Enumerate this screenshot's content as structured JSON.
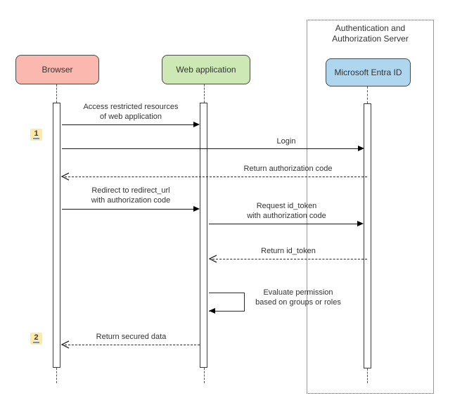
{
  "diagram": {
    "type": "uml-sequence",
    "frame": {
      "label": "Authentication and\nAuthorization Server"
    },
    "actors": [
      {
        "id": "browser",
        "label": "Browser",
        "fill": "#FBB8AE"
      },
      {
        "id": "web-application",
        "label": "Web application",
        "fill": "#CDE8B5"
      },
      {
        "id": "microsoft-entra-id",
        "label": "Microsoft Entra ID",
        "fill": "#AFD6EF"
      }
    ],
    "steps": [
      {
        "num": "1"
      },
      {
        "num": "2"
      }
    ],
    "messages": [
      {
        "from": "Browser",
        "to": "Web application",
        "style": "solid",
        "label": "Access restricted resources\nof web application"
      },
      {
        "from": "Browser",
        "to": "Microsoft Entra ID",
        "style": "solid",
        "label": "Login"
      },
      {
        "from": "Microsoft Entra ID",
        "to": "Browser",
        "style": "dashed-return",
        "label": "Return authorization code"
      },
      {
        "from": "Browser",
        "to": "Web application",
        "style": "solid",
        "label": "Redirect to redirect_url\nwith authorization code"
      },
      {
        "from": "Web application",
        "to": "Microsoft Entra ID",
        "style": "solid",
        "label": "Request id_token\nwith authorization code"
      },
      {
        "from": "Microsoft Entra ID",
        "to": "Web application",
        "style": "dashed-return",
        "label": "Return id_token"
      },
      {
        "from": "Web application",
        "to": "Web application",
        "style": "self",
        "label": "Evaluate permission\nbased on groups or roles"
      },
      {
        "from": "Web application",
        "to": "Browser",
        "style": "dashed-return",
        "label": "Return secured data"
      }
    ],
    "colors": {
      "browser_fill": "#FBB8AE",
      "web_application_fill": "#CDE8B5",
      "entra_fill": "#AFD6EF",
      "badge_fill": "#FFE9A6",
      "badge_underline": "#5B9BD5",
      "frame_border": "#9A9A9A",
      "line": "#1A1A1A",
      "background": "#FFFFFF"
    }
  }
}
